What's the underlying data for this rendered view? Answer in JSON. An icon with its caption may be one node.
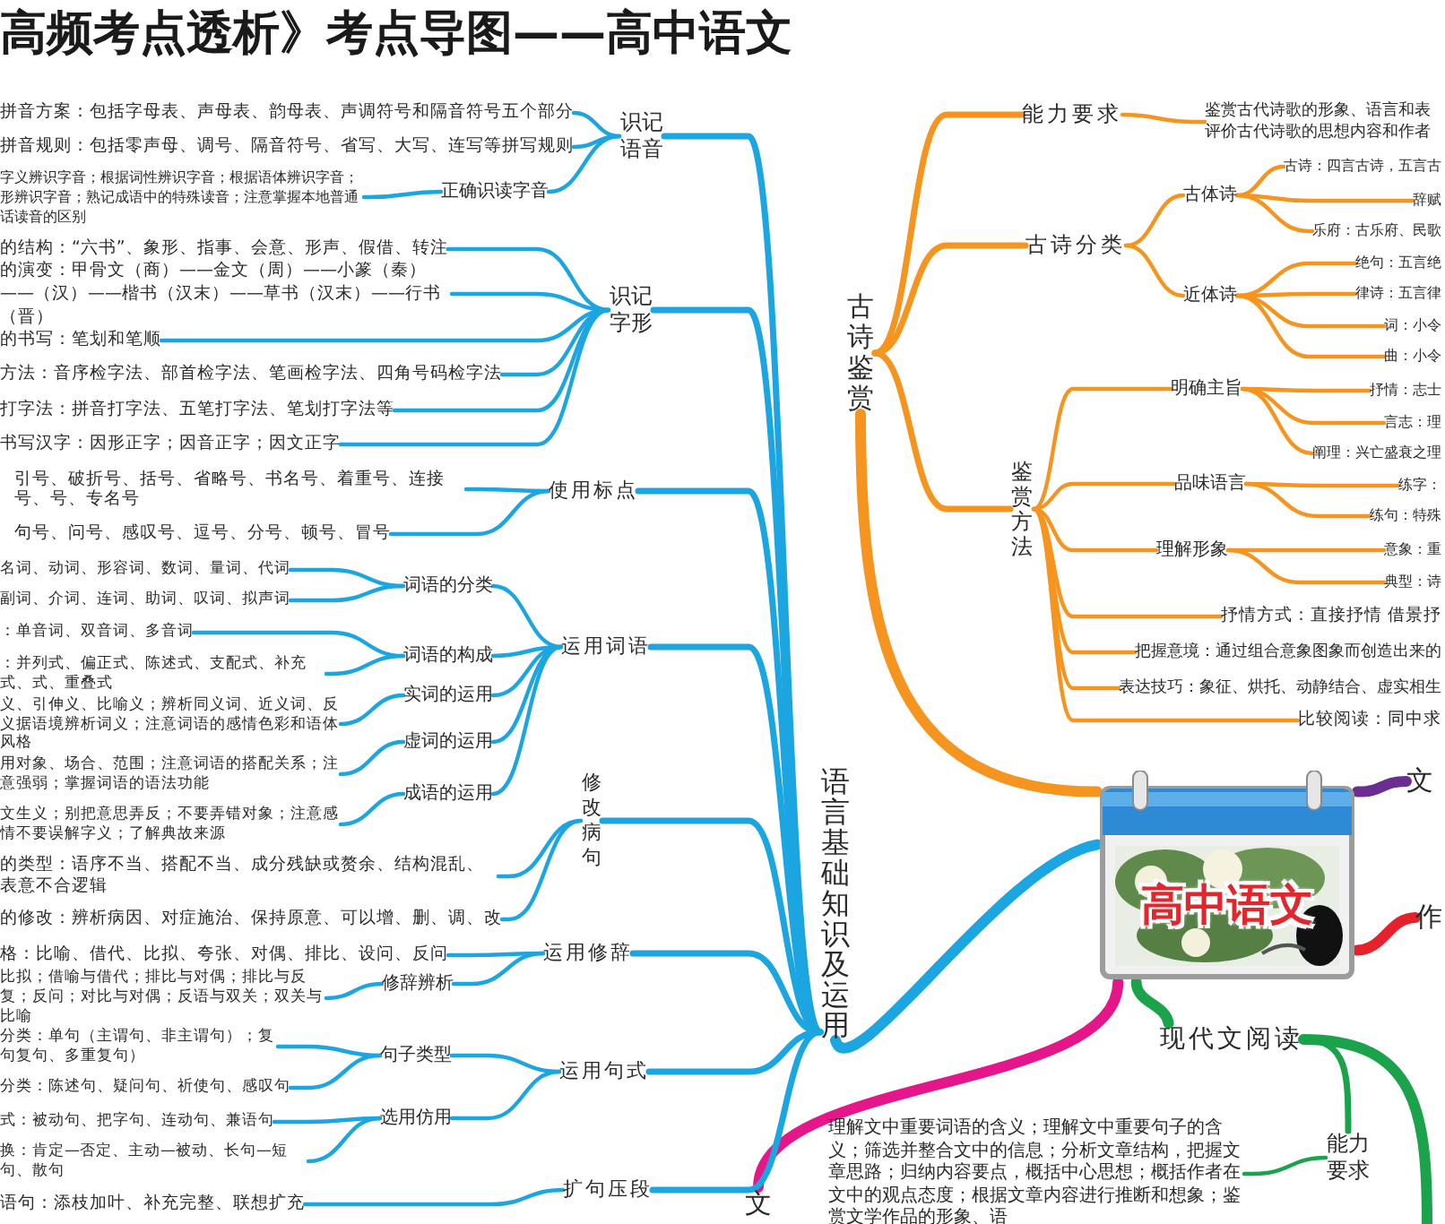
{
  "diagram": {
    "title": "高频考点透析》考点导图——高中语文",
    "nodes": [
      {
        "text": [
          "高中语文"
        ]
      },
      {
        "text": [
          "语言基础知识及运用"
        ]
      },
      {
        "text": [
          "识记语音"
        ]
      },
      {
        "text": [
          "拼音方案：包括字母表、声母表、韵母表、声调符号和隔音符号五个部分"
        ]
      },
      {
        "text": [
          "拼音规则：包括零声母、调号、隔音符号、省写、大写、连写等拼写规则"
        ]
      },
      {
        "text": [
          "正确识读字音"
        ]
      },
      {
        "text": [
          "字义辨识字音；根据词性辨识字音；根据语体辨识字音；形辨识字音；熟记成语中的特殊读音；注意掌握本地普通话读音的区别"
        ]
      },
      {
        "text": [
          "识记字形"
        ]
      },
      {
        "text": [
          "的结构：“六书”、象形、指事、会意、形声、假借、转注"
        ]
      },
      {
        "text": [
          "的演变：甲骨文（商）——金文（周）——小篆（秦）——（汉）——楷书（汉末）——草书（汉末）——行书（晋）"
        ]
      },
      {
        "text": [
          "的书写：笔划和笔顺"
        ]
      },
      {
        "text": [
          "方法：音序检字法、部首检字法、笔画检字法、四角号码检字法"
        ]
      },
      {
        "text": [
          "打字法：拼音打字法、五笔打字法、笔划打字法等"
        ]
      },
      {
        "text": [
          "书写汉字：因形正字；因音正字；因文正字"
        ]
      },
      {
        "text": [
          "使用标点"
        ]
      },
      {
        "text": [
          "引号、破折号、括号、省略号、书名号、着重号、连接号、号、专名号"
        ]
      },
      {
        "text": [
          "句号、问号、感叹号、逗号、分号、顿号、冒号"
        ]
      },
      {
        "text": [
          "运用词语"
        ]
      },
      {
        "text": [
          "词语的分类"
        ]
      },
      {
        "text": [
          "名词、动词、形容词、数词、量词、代词"
        ]
      },
      {
        "text": [
          "副词、介词、连词、助词、叹词、拟声词"
        ]
      },
      {
        "text": [
          "词语的构成"
        ]
      },
      {
        "text": [
          "：单音词、双音词、多音词"
        ]
      },
      {
        "text": [
          "：并列式、偏正式、陈述式、支配式、补充式、式、重叠式"
        ]
      },
      {
        "text": [
          "实词的运用"
        ]
      },
      {
        "text": [
          "义、引伸义、比喻义；辨析同义词、近义词、反义据语境辨析词义；注意词语的感情色彩和语体风格"
        ]
      },
      {
        "text": [
          "虚词的运用"
        ]
      },
      {
        "text": [
          "用对象、场合、范围；注意词语的搭配关系；注意强弱；掌握词语的语法功能"
        ]
      },
      {
        "text": [
          "成语的运用"
        ]
      },
      {
        "text": [
          "文生义；别把意思弄反；不要弄错对象；注意感情不要误解字义；了解典故来源"
        ]
      },
      {
        "text": [
          "修改病句"
        ]
      },
      {
        "text": [
          "的类型：语序不当、搭配不当、成分残缺或赘余、结构混乱、表意不合逻辑"
        ]
      },
      {
        "text": [
          "的修改：辨析病因、对症施治、保持原意、可以增、删、调、改"
        ]
      },
      {
        "text": [
          "运用修辞"
        ]
      },
      {
        "text": [
          "格：比喻、借代、比拟、夸张、对偶、排比、设问、反问"
        ]
      },
      {
        "text": [
          "修辞辨析"
        ]
      },
      {
        "text": [
          "比拟；借喻与借代；排比与对偶；排比与反复；反问；对比与对偶；反语与双关；双关与比喻"
        ]
      },
      {
        "text": [
          "运用句式"
        ]
      },
      {
        "text": [
          "句子类型"
        ]
      },
      {
        "text": [
          "分类：单句（主谓句、非主谓句）；复句复句、多重复句）"
        ]
      },
      {
        "text": [
          "分类：陈述句、疑问句、祈使句、感叹句"
        ]
      },
      {
        "text": [
          "选用仿用"
        ]
      },
      {
        "text": [
          "式：被动句、把字句、连动句、兼语句"
        ]
      },
      {
        "text": [
          "换：肯定—否定、主动—被动、长句—短句、散句"
        ]
      },
      {
        "text": [
          "扩句压段"
        ]
      },
      {
        "text": [
          "语句：添枝加叶、补充完整、联想扩充"
        ]
      },
      {
        "text": [
          "古诗鉴赏"
        ]
      },
      {
        "text": [
          "能力要求"
        ]
      },
      {
        "text": [
          "鉴赏古代诗歌的形象、语言和表评价古代诗歌的思想内容和作者"
        ]
      },
      {
        "text": [
          "古诗分类"
        ]
      },
      {
        "text": [
          "古体诗"
        ]
      },
      {
        "text": [
          "古诗：四言古诗，五言古"
        ]
      },
      {
        "text": [
          "辞赋"
        ]
      },
      {
        "text": [
          "乐府：古乐府、民歌"
        ]
      },
      {
        "text": [
          "近体诗"
        ]
      },
      {
        "text": [
          "绝句：五言绝"
        ]
      },
      {
        "text": [
          "律诗：五言律"
        ]
      },
      {
        "text": [
          "词：小令"
        ]
      },
      {
        "text": [
          "曲：小令"
        ]
      },
      {
        "text": [
          "鉴赏方法"
        ]
      },
      {
        "text": [
          "明确主旨"
        ]
      },
      {
        "text": [
          "抒情：志士"
        ]
      },
      {
        "text": [
          "言志：理"
        ]
      },
      {
        "text": [
          "阐理：兴亡盛衰之理"
        ]
      },
      {
        "text": [
          "品味语言"
        ]
      },
      {
        "text": [
          "练字："
        ]
      },
      {
        "text": [
          "练句：特殊"
        ]
      },
      {
        "text": [
          "理解形象"
        ]
      },
      {
        "text": [
          "意象：重"
        ]
      },
      {
        "text": [
          "典型：诗"
        ]
      },
      {
        "text": [
          "抒情方式：直接抒情 借景抒"
        ]
      },
      {
        "text": [
          "把握意境：通过组合意象图象而创造出来的"
        ]
      },
      {
        "text": [
          "表达技巧：象征、烘托、动静结合、虚实相生"
        ]
      },
      {
        "text": [
          "比较阅读：同中求"
        ]
      },
      {
        "text": [
          "文"
        ]
      },
      {
        "text": [
          "作"
        ]
      },
      {
        "text": [
          "现代文阅读"
        ]
      },
      {
        "text": [
          "能力要求"
        ]
      },
      {
        "text": [
          "理解文中重要词语的含义；理解文中重要句子的含义；筛选并整合文中的信息；分析文章结构，把握文章思路；归纳内容要点，概括中心思想；概括作者在文中的观点态度；根据文章内容进行推断和想象；鉴赏文学作品的形象、语"
        ]
      },
      {
        "text": [
          "文"
        ]
      }
    ],
    "edges": [
      {
        "from": 0,
        "to": 1,
        "arrow": "none",
        "style": "thick"
      },
      {
        "from": 0,
        "to": 46,
        "arrow": "none",
        "style": "thick",
        "color": "#f5951f"
      },
      {
        "from": 0,
        "to": 74,
        "arrow": "none",
        "style": "thick",
        "color": "#6b2d8f"
      },
      {
        "from": 0,
        "to": 75,
        "arrow": "none",
        "style": "thick",
        "color": "#e5222b"
      },
      {
        "from": 0,
        "to": 76,
        "arrow": "none",
        "style": "thick",
        "color": "#1aa34a"
      },
      {
        "from": 0,
        "to": 79,
        "arrow": "none",
        "style": "thick",
        "color": "#e4168a"
      },
      {
        "from": 76,
        "to": null,
        "arrow": "none",
        "style": "thick",
        "color": "#1aa34a"
      },
      {
        "from": 76,
        "to": 77,
        "arrow": "none",
        "color": "#1aa34a"
      },
      {
        "from": 77,
        "to": 78,
        "arrow": "none",
        "color": "#1aa34a"
      },
      {
        "from": 1,
        "to": 2,
        "arrow": "none"
      },
      {
        "from": 1,
        "to": 7,
        "arrow": "none"
      },
      {
        "from": 1,
        "to": 14,
        "arrow": "none"
      },
      {
        "from": 1,
        "to": 17,
        "arrow": "none"
      },
      {
        "from": 1,
        "to": 30,
        "arrow": "none"
      },
      {
        "from": 1,
        "to": 33,
        "arrow": "none"
      },
      {
        "from": 1,
        "to": 37,
        "arrow": "none"
      },
      {
        "from": 1,
        "to": 44,
        "arrow": "none"
      },
      {
        "from": 2,
        "to": 3,
        "arrow": "none"
      },
      {
        "from": 2,
        "to": 4,
        "arrow": "none"
      },
      {
        "from": 2,
        "to": 5,
        "arrow": "none"
      },
      {
        "from": 5,
        "to": 6,
        "arrow": "none"
      },
      {
        "from": 7,
        "to": 8,
        "arrow": "none"
      },
      {
        "from": 7,
        "to": 9,
        "arrow": "none"
      },
      {
        "from": 7,
        "to": 10,
        "arrow": "none"
      },
      {
        "from": 7,
        "to": 11,
        "arrow": "none"
      },
      {
        "from": 7,
        "to": 12,
        "arrow": "none"
      },
      {
        "from": 7,
        "to": 13,
        "arrow": "none"
      },
      {
        "from": 14,
        "to": 15,
        "arrow": "none"
      },
      {
        "from": 14,
        "to": 16,
        "arrow": "none"
      },
      {
        "from": 17,
        "to": 18,
        "arrow": "none"
      },
      {
        "from": 17,
        "to": 21,
        "arrow": "none"
      },
      {
        "from": 17,
        "to": 24,
        "arrow": "none"
      },
      {
        "from": 17,
        "to": 26,
        "arrow": "none"
      },
      {
        "from": 17,
        "to": 28,
        "arrow": "none"
      },
      {
        "from": 18,
        "to": 19,
        "arrow": "none"
      },
      {
        "from": 18,
        "to": 20,
        "arrow": "none"
      },
      {
        "from": 21,
        "to": 22,
        "arrow": "none"
      },
      {
        "from": 21,
        "to": 23,
        "arrow": "none"
      },
      {
        "from": 24,
        "to": 25,
        "arrow": "none"
      },
      {
        "from": 26,
        "to": 27,
        "arrow": "none"
      },
      {
        "from": 28,
        "to": 29,
        "arrow": "none"
      },
      {
        "from": 30,
        "to": 31,
        "arrow": "none"
      },
      {
        "from": 30,
        "to": 32,
        "arrow": "none"
      },
      {
        "from": 33,
        "to": 34,
        "arrow": "none"
      },
      {
        "from": 33,
        "to": 35,
        "arrow": "none"
      },
      {
        "from": 35,
        "to": 36,
        "arrow": "none"
      },
      {
        "from": 37,
        "to": 38,
        "arrow": "none"
      },
      {
        "from": 37,
        "to": 41,
        "arrow": "none"
      },
      {
        "from": 38,
        "to": 39,
        "arrow": "none"
      },
      {
        "from": 38,
        "to": 40,
        "arrow": "none"
      },
      {
        "from": 41,
        "to": 42,
        "arrow": "none"
      },
      {
        "from": 41,
        "to": 43,
        "arrow": "none"
      },
      {
        "from": 44,
        "to": 45,
        "arrow": "none"
      },
      {
        "from": 46,
        "to": 47,
        "arrow": "none",
        "color": "#f5951f"
      },
      {
        "from": 46,
        "to": 49,
        "arrow": "none",
        "color": "#f5951f"
      },
      {
        "from": 46,
        "to": 59,
        "arrow": "none",
        "color": "#f5951f"
      },
      {
        "from": 47,
        "to": 48,
        "arrow": "none",
        "color": "#f5951f"
      },
      {
        "from": 49,
        "to": 50,
        "arrow": "none",
        "color": "#f5951f"
      },
      {
        "from": 49,
        "to": 54,
        "arrow": "none",
        "color": "#f5951f"
      },
      {
        "from": 50,
        "to": 51,
        "arrow": "none",
        "color": "#f5951f"
      },
      {
        "from": 50,
        "to": 52,
        "arrow": "none",
        "color": "#f5951f"
      },
      {
        "from": 50,
        "to": 53,
        "arrow": "none",
        "color": "#f5951f"
      },
      {
        "from": 54,
        "to": 55,
        "arrow": "none",
        "color": "#f5951f"
      },
      {
        "from": 54,
        "to": 56,
        "arrow": "none",
        "color": "#f5951f"
      },
      {
        "from": 54,
        "to": 57,
        "arrow": "none",
        "color": "#f5951f"
      },
      {
        "from": 54,
        "to": 58,
        "arrow": "none",
        "color": "#f5951f"
      },
      {
        "from": 59,
        "to": 60,
        "arrow": "none",
        "color": "#f5951f"
      },
      {
        "from": 59,
        "to": 64,
        "arrow": "none",
        "color": "#f5951f"
      },
      {
        "from": 59,
        "to": 67,
        "arrow": "none",
        "color": "#f5951f"
      },
      {
        "from": 59,
        "to": 70,
        "arrow": "none",
        "color": "#f5951f"
      },
      {
        "from": 59,
        "to": 71,
        "arrow": "none",
        "color": "#f5951f"
      },
      {
        "from": 59,
        "to": 72,
        "arrow": "none",
        "color": "#f5951f"
      },
      {
        "from": 59,
        "to": 73,
        "arrow": "none",
        "color": "#f5951f"
      },
      {
        "from": 60,
        "to": 61,
        "arrow": "none",
        "color": "#f5951f"
      },
      {
        "from": 60,
        "to": 62,
        "arrow": "none",
        "color": "#f5951f"
      },
      {
        "from": 60,
        "to": 63,
        "arrow": "none",
        "color": "#f5951f"
      },
      {
        "from": 64,
        "to": 65,
        "arrow": "none",
        "color": "#f5951f"
      },
      {
        "from": 64,
        "to": 66,
        "arrow": "none",
        "color": "#f5951f"
      },
      {
        "from": 67,
        "to": 68,
        "arrow": "none",
        "color": "#f5951f"
      },
      {
        "from": 67,
        "to": 69,
        "arrow": "none",
        "color": "#f5951f"
      }
    ]
  }
}
